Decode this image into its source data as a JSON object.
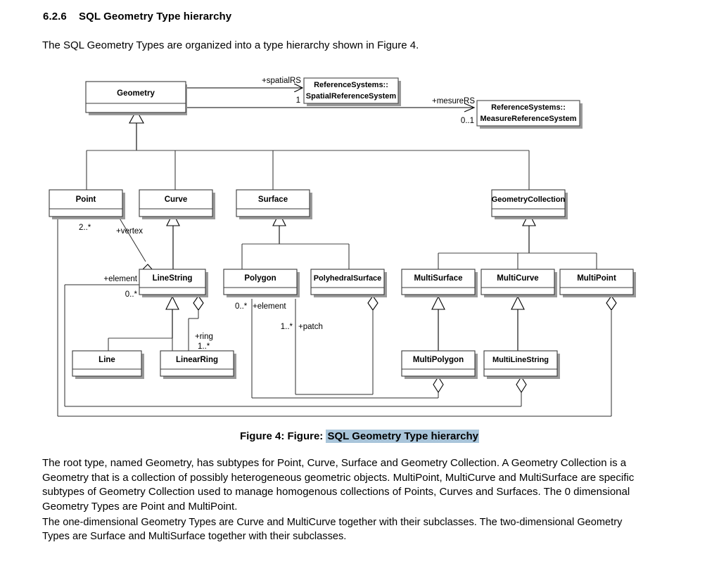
{
  "document": {
    "section_number": "6.2.6",
    "section_title": "SQL Geometry Type hierarchy",
    "intro_paragraph": "The SQL Geometry Types are organized into a type hierarchy shown in Figure 4.",
    "caption_prefix": "Figure 4: Figure:",
    "caption_highlight": "SQL Geometry Type hierarchy",
    "caption_highlight_color": "#a9c5da",
    "paragraph_1": "The root type, named Geometry, has subtypes for Point, Curve, Surface and Geometry Collection. A Geometry Collection is a Geometry that is a collection of possibly heterogeneous geometric objects. MultiPoint, MultiCurve and MultiSurface are specific subtypes of Geometry Collection used to manage homogenous collections of Points, Curves and Surfaces. The 0 dimensional Geometry Types are Point and MultiPoint.",
    "paragraph_2": "The one-dimensional Geometry Types are Curve and MultiCurve together with their subclasses. The two-dimensional Geometry Types are Surface and MultiSurface together with their subclasses."
  },
  "diagram": {
    "type": "uml-class-diagram",
    "classes": [
      {
        "id": "geometry",
        "name": "Geometry"
      },
      {
        "id": "spatialrefsys",
        "name_line1": "ReferenceSystems::",
        "name_line2": "SpatialReferenceSystem"
      },
      {
        "id": "measurerefsys",
        "name_line1": "ReferenceSystems::",
        "name_line2": "MeasureReferenceSystem"
      },
      {
        "id": "point",
        "name": "Point"
      },
      {
        "id": "curve",
        "name": "Curve"
      },
      {
        "id": "surface",
        "name": "Surface"
      },
      {
        "id": "geometrycollection",
        "name": "GeometryCollection"
      },
      {
        "id": "linestring",
        "name": "LineString"
      },
      {
        "id": "polygon",
        "name": "Polygon"
      },
      {
        "id": "polyhedralsurface",
        "name": "PolyhedralSurface"
      },
      {
        "id": "multisurface",
        "name": "MultiSurface"
      },
      {
        "id": "multicurve",
        "name": "MultiCurve"
      },
      {
        "id": "multipoint",
        "name": "MultiPoint"
      },
      {
        "id": "line",
        "name": "Line"
      },
      {
        "id": "linearring",
        "name": "LinearRing"
      },
      {
        "id": "multipolygon",
        "name": "MultiPolygon"
      },
      {
        "id": "multilinestring",
        "name": "MultiLineString"
      }
    ],
    "associations": [
      {
        "id": "spatialrs",
        "role": "+spatialRS",
        "multiplicity": "1",
        "from": "geometry",
        "to": "spatialrefsys",
        "kind": "directed"
      },
      {
        "id": "mesurers",
        "role": "+mesureRS",
        "multiplicity": "0..1",
        "from": "geometry",
        "to": "measurerefsys",
        "kind": "directed"
      },
      {
        "id": "vertex",
        "role": "+vertex",
        "multiplicity": "2..*",
        "from": "linestring",
        "to": "point",
        "kind": "aggregation"
      },
      {
        "id": "element-linestring",
        "role": "+element",
        "multiplicity": "0..*",
        "from": "multilinestring",
        "to": "linestring",
        "kind": "aggregation"
      },
      {
        "id": "ring",
        "role": "+ring",
        "multiplicity": "1..*",
        "from": "polygon",
        "to": "linearring",
        "kind": "aggregation"
      },
      {
        "id": "element-polygon",
        "role": "+element",
        "multiplicity": "0..*",
        "from": "multipolygon",
        "to": "polygon",
        "kind": "aggregation"
      },
      {
        "id": "patch",
        "role": "+patch",
        "multiplicity": "1..*",
        "from": "polyhedralsurface",
        "to": "polygon",
        "kind": "aggregation"
      },
      {
        "id": "element-point",
        "role": "",
        "multiplicity": "",
        "from": "multipoint",
        "to": "point",
        "kind": "aggregation"
      }
    ],
    "generalizations": [
      {
        "child": "point",
        "parent": "geometry"
      },
      {
        "child": "curve",
        "parent": "geometry"
      },
      {
        "child": "surface",
        "parent": "geometry"
      },
      {
        "child": "geometrycollection",
        "parent": "geometry"
      },
      {
        "child": "linestring",
        "parent": "curve"
      },
      {
        "child": "polygon",
        "parent": "surface"
      },
      {
        "child": "polyhedralsurface",
        "parent": "surface"
      },
      {
        "child": "multisurface",
        "parent": "geometrycollection"
      },
      {
        "child": "multicurve",
        "parent": "geometrycollection"
      },
      {
        "child": "multipoint",
        "parent": "geometrycollection"
      },
      {
        "child": "line",
        "parent": "linestring"
      },
      {
        "child": "linearring",
        "parent": "linestring"
      },
      {
        "child": "multipolygon",
        "parent": "multisurface"
      },
      {
        "child": "multilinestring",
        "parent": "multicurve"
      }
    ],
    "labels": {
      "spatialRS": "+spatialRS",
      "spatialRS_mult": "1",
      "mesureRS": "+mesureRS",
      "mesureRS_mult": "0..1",
      "vertex": "+vertex",
      "vertex_mult": "2..*",
      "element_ls": "+element",
      "element_ls_mult": "0..*",
      "element_poly": "+element",
      "element_poly_mult": "0..*",
      "ring": "+ring",
      "ring_mult": "1..*",
      "patch": "+patch",
      "patch_mult": "1..*"
    }
  }
}
